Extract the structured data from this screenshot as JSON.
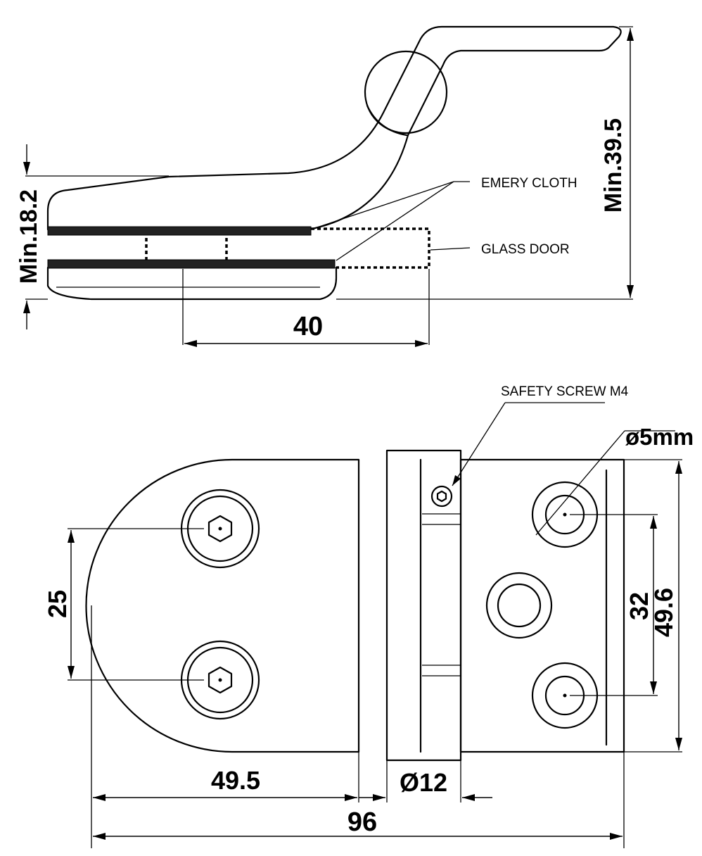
{
  "side_view": {
    "label_emery": "EMERY CLOTH",
    "label_glass": "GLASS DOOR",
    "dim_height": "Min.39.5",
    "dim_thickness": "Min.18.2",
    "dim_depth": "40"
  },
  "front_view": {
    "label_screw": "SAFETY SCREW M4",
    "label_hole": "ø5mm",
    "dim_bolt_spacing": "25",
    "dim_hole_spacing": "32",
    "dim_height": "49.6",
    "dim_half_width": "49.5",
    "dim_pin": "Ø12",
    "dim_total_width": "96"
  }
}
